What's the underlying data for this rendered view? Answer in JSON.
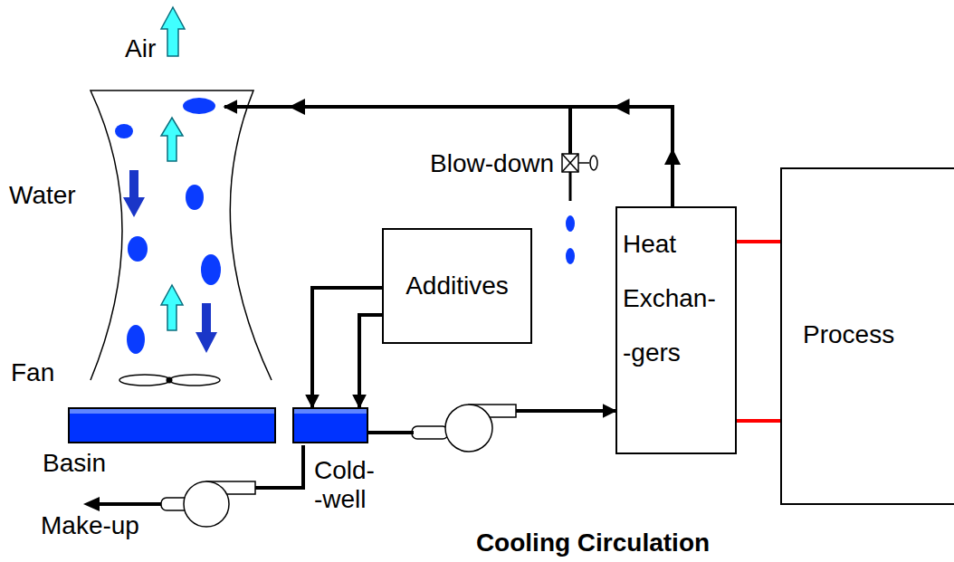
{
  "diagram": {
    "caption": "Cooling Circulation",
    "nodes": [
      {
        "text": [
          "Water",
          "Fan"
        ]
      },
      {
        "text": [
          "Basin"
        ]
      },
      {
        "text": [
          "Cold- -well"
        ]
      },
      {
        "text": [
          "Additives"
        ]
      },
      {
        "text": [
          "Heat Exchan- -gers"
        ]
      },
      {
        "text": [
          "Process"
        ]
      }
    ],
    "edges": [
      {
        "from": 4,
        "to": 0,
        "arrow": "to"
      },
      {
        "from": 3,
        "to": 2,
        "arrow": "to"
      },
      {
        "from": 3,
        "to": 2,
        "arrow": "to"
      },
      {
        "from": 2,
        "to": 4,
        "arrow": "to"
      },
      {
        "from": 4,
        "to": 5,
        "arrow": "none"
      },
      {
        "from": 4,
        "to": 5,
        "arrow": "none"
      }
    ],
    "labels": [
      "Air",
      "Blow-down",
      "Make-up"
    ]
  }
}
